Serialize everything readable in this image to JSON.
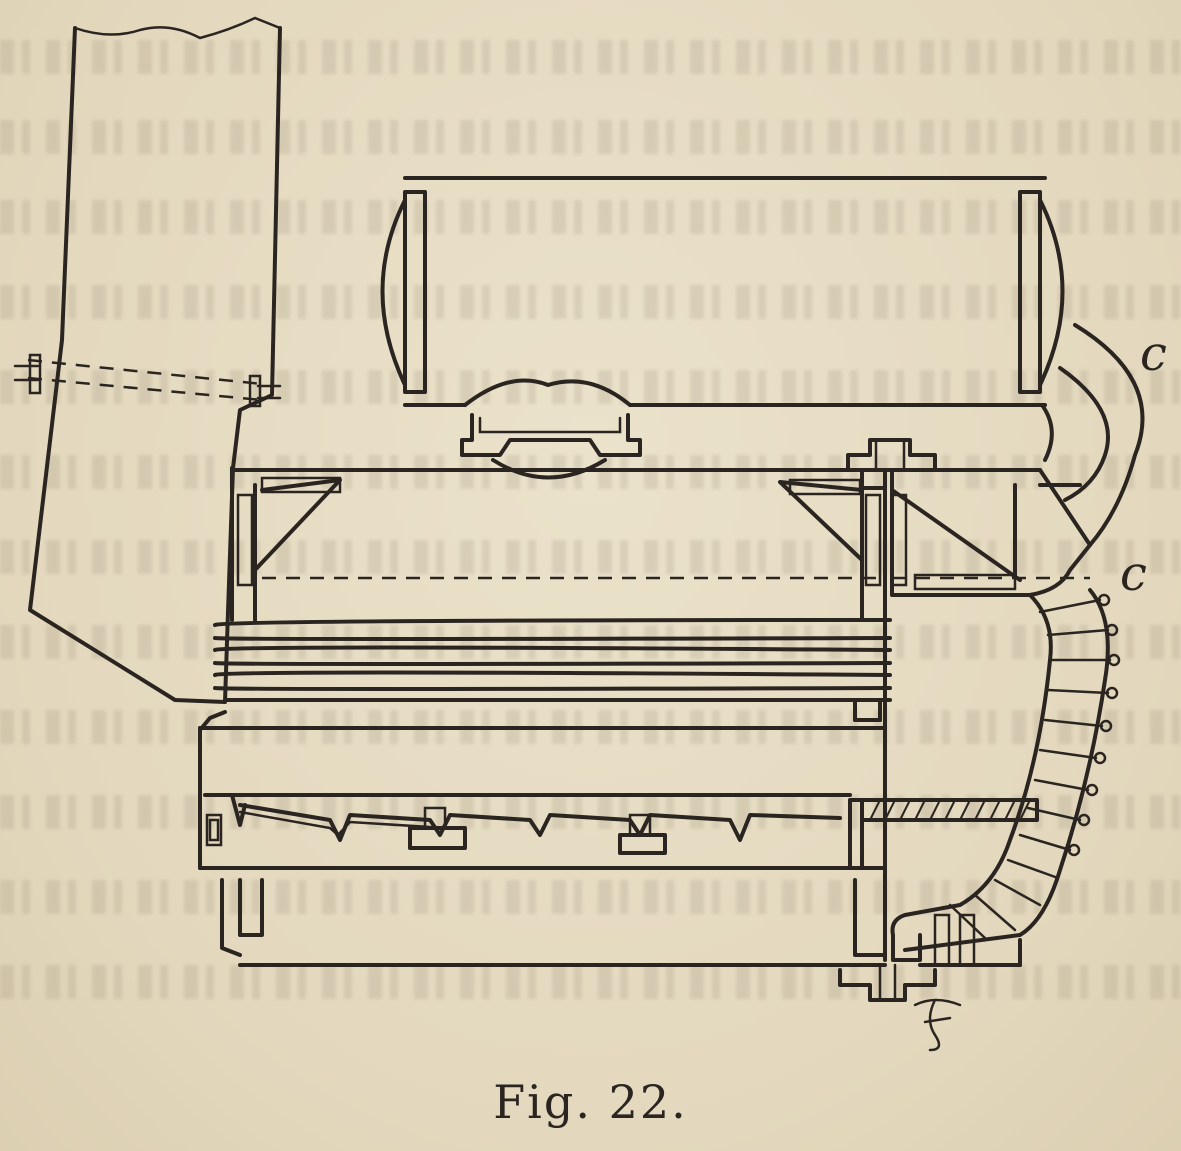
{
  "figure": {
    "caption": "Fig. 22.",
    "labels": {
      "c_upper": "c",
      "c_lower": "c",
      "f": "F"
    }
  }
}
